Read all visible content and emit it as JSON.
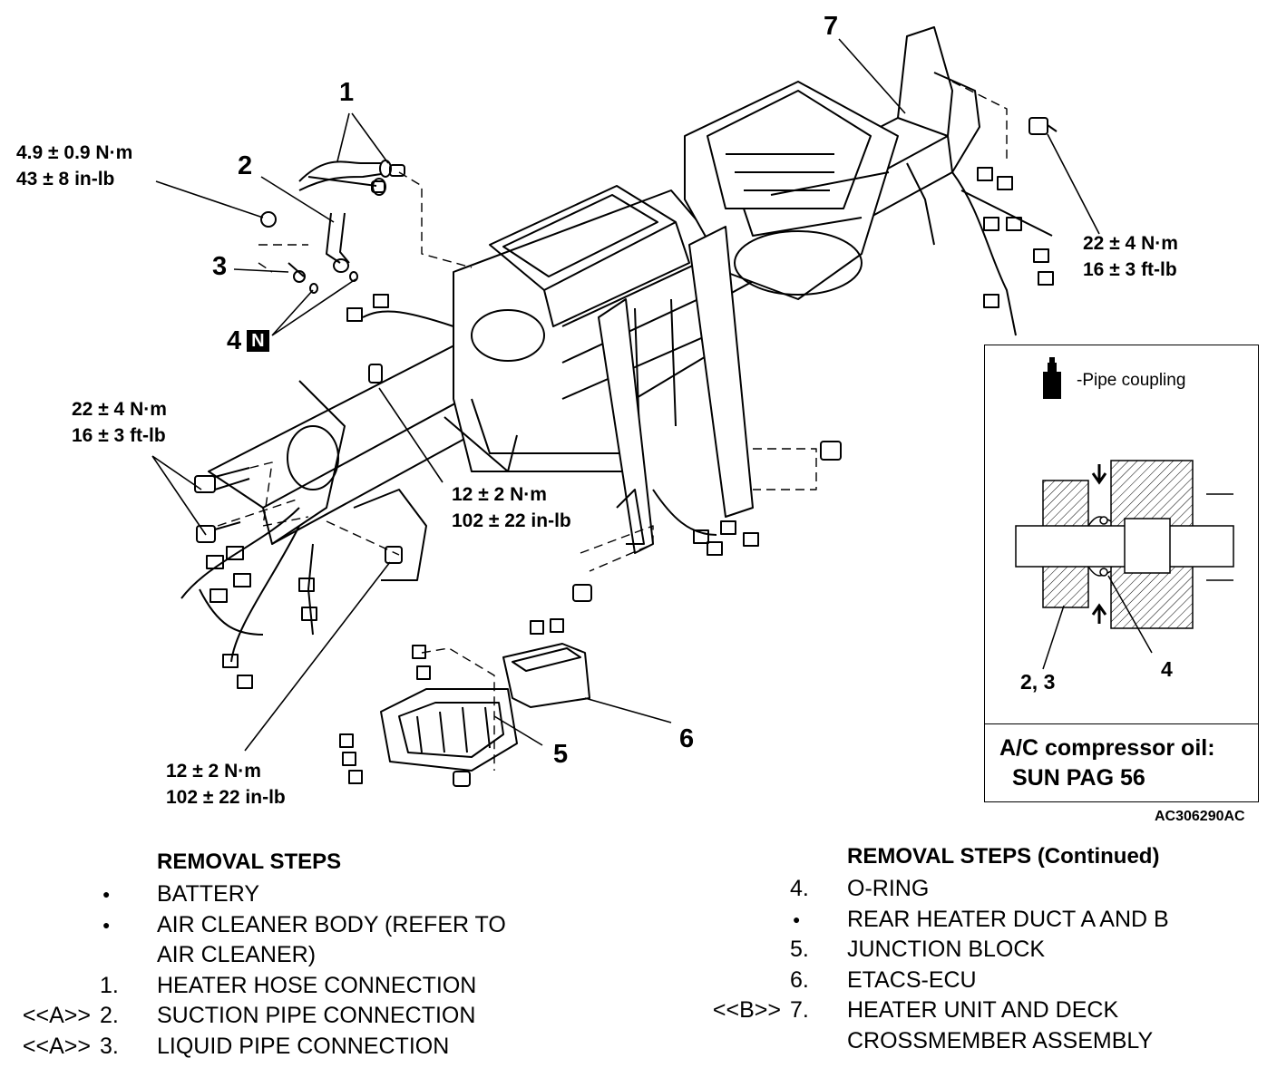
{
  "callouts": {
    "n1": "1",
    "n2": "2",
    "n3": "3",
    "n4": "4",
    "n4_badge": "N",
    "n5": "5",
    "n6": "6",
    "n7": "7"
  },
  "torques": {
    "t1": [
      "4.9 ± 0.9 N·m",
      "43 ± 8 in-lb"
    ],
    "t2": [
      "22 ± 4 N·m",
      "16 ± 3 ft-lb"
    ],
    "t3": [
      "22 ± 4 N·m",
      "16 ± 3 ft-lb"
    ],
    "t4": [
      "12 ± 2 N·m",
      "102 ± 22 in-lb"
    ],
    "t5": [
      "12 ± 2 N·m",
      "102 ± 22 in-lb"
    ]
  },
  "inset": {
    "coupling_label": "-Pipe coupling",
    "label_23": "2, 3",
    "label_4": "4",
    "oil_line1": "A/C compressor oil:",
    "oil_line2": "SUN PAG 56"
  },
  "figure_code": "AC306290AC",
  "steps_left": {
    "heading": "REMOVAL STEPS",
    "items": [
      {
        "prefix": "",
        "marker": "●",
        "text": "BATTERY"
      },
      {
        "prefix": "",
        "marker": "●",
        "text": "AIR CLEANER BODY (REFER TO"
      },
      {
        "prefix": "",
        "marker": "",
        "text": "AIR CLEANER)"
      },
      {
        "prefix": "",
        "marker": "1.",
        "text": "HEATER HOSE CONNECTION"
      },
      {
        "prefix": "<<A>>",
        "marker": "2.",
        "text": "SUCTION PIPE CONNECTION"
      },
      {
        "prefix": "<<A>>",
        "marker": "3.",
        "text": "LIQUID PIPE CONNECTION"
      }
    ]
  },
  "steps_right": {
    "heading": "REMOVAL STEPS (Continued)",
    "items": [
      {
        "prefix": "",
        "marker": "4.",
        "text": "O-RING"
      },
      {
        "prefix": "",
        "marker": "●",
        "text": "REAR HEATER DUCT A AND B"
      },
      {
        "prefix": "",
        "marker": "5.",
        "text": "JUNCTION BLOCK"
      },
      {
        "prefix": "",
        "marker": "6.",
        "text": "ETACS-ECU"
      },
      {
        "prefix": "<<B>>",
        "marker": "7.",
        "text": "HEATER UNIT AND DECK"
      },
      {
        "prefix": "",
        "marker": "",
        "text": "CROSSMEMBER ASSEMBLY"
      }
    ]
  }
}
